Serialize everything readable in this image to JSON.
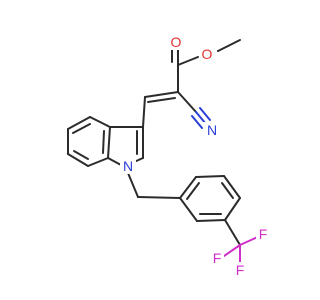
{
  "colors": {
    "carbon": "#2b2b2b",
    "oxygen": "#e03030",
    "nitrogen": "#2a3fd8",
    "fluorine": "#d030c8"
  },
  "atoms": {
    "o_carbonyl": "O",
    "o_ester": "O",
    "n_nitrile": "N",
    "n_indole": "N",
    "f_top": "F",
    "f_left": "F",
    "f_bottom": "F"
  }
}
